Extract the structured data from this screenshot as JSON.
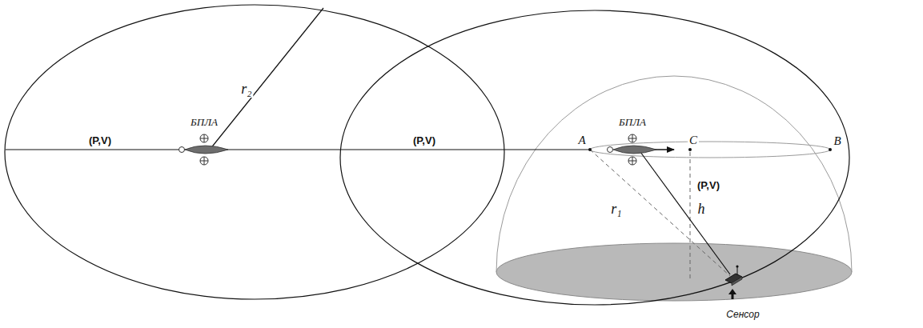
{
  "diagram": {
    "labels": [
      "БПЛА",
      "(P,V)",
      "r₂",
      "(P,V)",
      "A",
      "БПЛА",
      "C",
      "B",
      "(P,V)",
      "r₁",
      "h",
      "Сенсор"
    ]
  }
}
